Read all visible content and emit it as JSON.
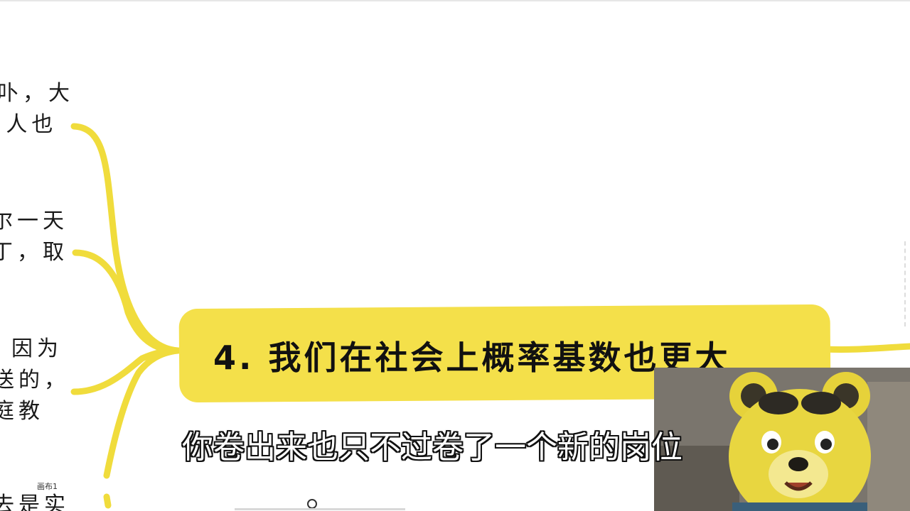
{
  "left_text_lines": [
    "卟，大",
    "i人也",
    "尔一天",
    "丁，取",
    "因为",
    "送的，",
    "庭教",
    "去是实"
  ],
  "canvas_label": "画布1",
  "topic": {
    "title": "4. 我们在社会上概率基数也更大"
  },
  "subtitle": "你卷出来也只不过卷了一个新的岗位",
  "colors": {
    "highlight": "#f4e04a",
    "branch": "#f0dc3c",
    "text": "#111111"
  },
  "webcam": {
    "icon": "bear-mascot-icon"
  }
}
